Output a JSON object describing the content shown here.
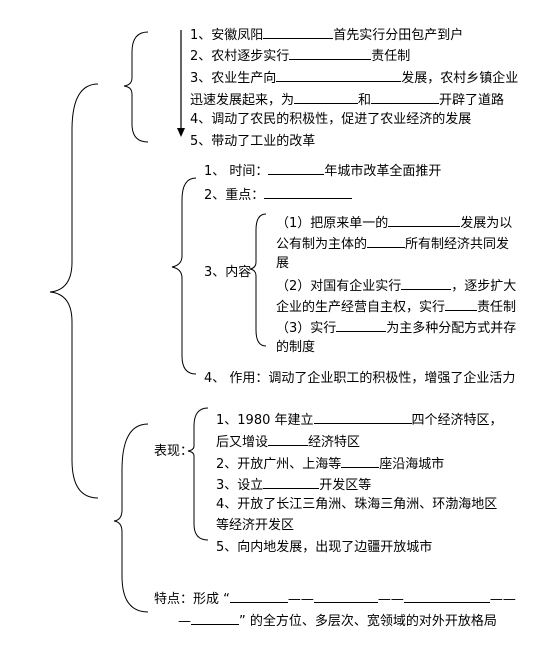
{
  "rural": [
    {
      "id": "r1",
      "parts": [
        "1、安徽凤阳",
        "__70",
        "首先实行分田包产到户"
      ]
    },
    {
      "id": "r2",
      "parts": [
        "2、农村逐步实行",
        "__82",
        "责任制"
      ]
    },
    {
      "id": "r3",
      "parts": [
        "3、农业生产向",
        "__125",
        "发展，农村乡镇企业"
      ]
    },
    {
      "id": "r4",
      "parts": [
        "迅速发展起来，为",
        "__64",
        "和",
        "__68",
        "开辟了道路"
      ]
    },
    {
      "id": "r5",
      "parts": [
        "4、调动了农民的积极性，促进了农业经济的发展"
      ]
    },
    {
      "id": "r6",
      "parts": [
        "5、带动了工业的改革"
      ]
    }
  ],
  "urban": {
    "time": {
      "parts": [
        "1、 时间：",
        "__56",
        "年城市改革全面推开"
      ]
    },
    "focus": {
      "parts": [
        "2、重点：",
        "__88"
      ]
    },
    "content_label": "3、内容",
    "content": [
      {
        "id": "c1",
        "parts": [
          "（1）把原来单一的",
          "__72",
          "发展为以"
        ]
      },
      {
        "id": "c2",
        "parts": [
          "公有制为主体的",
          "__38",
          "所有制经济共同发"
        ]
      },
      {
        "id": "c3",
        "parts": [
          "展"
        ]
      },
      {
        "id": "c4",
        "parts": [
          "（2）对国有企业实行",
          "__50",
          "，逐步扩大"
        ]
      },
      {
        "id": "c5",
        "parts": [
          "企业的生产经营自主权，实行",
          "__32",
          "责任制"
        ]
      },
      {
        "id": "c6",
        "parts": [
          "（3）实行",
          "__50",
          "为主多种分配方式并存"
        ]
      },
      {
        "id": "c7",
        "parts": [
          "的制度"
        ]
      }
    ],
    "effect": {
      "parts": [
        "4、 作用：调动了企业职工的积极性，增强了企业活力"
      ]
    }
  },
  "opening": {
    "label": "表现：",
    "items": [
      {
        "id": "o1",
        "parts": [
          "1、1980 年建立",
          "__98",
          "四个经济特区，"
        ]
      },
      {
        "id": "o2",
        "parts": [
          "后又增设",
          "__40",
          "经济特区"
        ]
      },
      {
        "id": "o3",
        "parts": [
          "2、开放广州、上海等",
          "__38",
          "座沿海城市"
        ]
      },
      {
        "id": "o4",
        "parts": [
          "3、设立",
          "__56",
          "开发区等"
        ]
      },
      {
        "id": "o5",
        "parts": [
          "4、开放了长江三角洲、珠海三角洲、环渤海地区"
        ]
      },
      {
        "id": "o6",
        "parts": [
          "等经济开发区"
        ]
      },
      {
        "id": "o7",
        "parts": [
          "5、向内地发展，出现了边疆开放城市"
        ]
      }
    ],
    "feature_1": {
      "parts": [
        "特点：形成 “",
        "__58",
        "——",
        "__64",
        "——",
        "__86",
        "——"
      ]
    },
    "feature_2": {
      "parts": [
        "—",
        "__48",
        "” 的全方位、多层次、宽领域的对外开放格局"
      ]
    }
  }
}
